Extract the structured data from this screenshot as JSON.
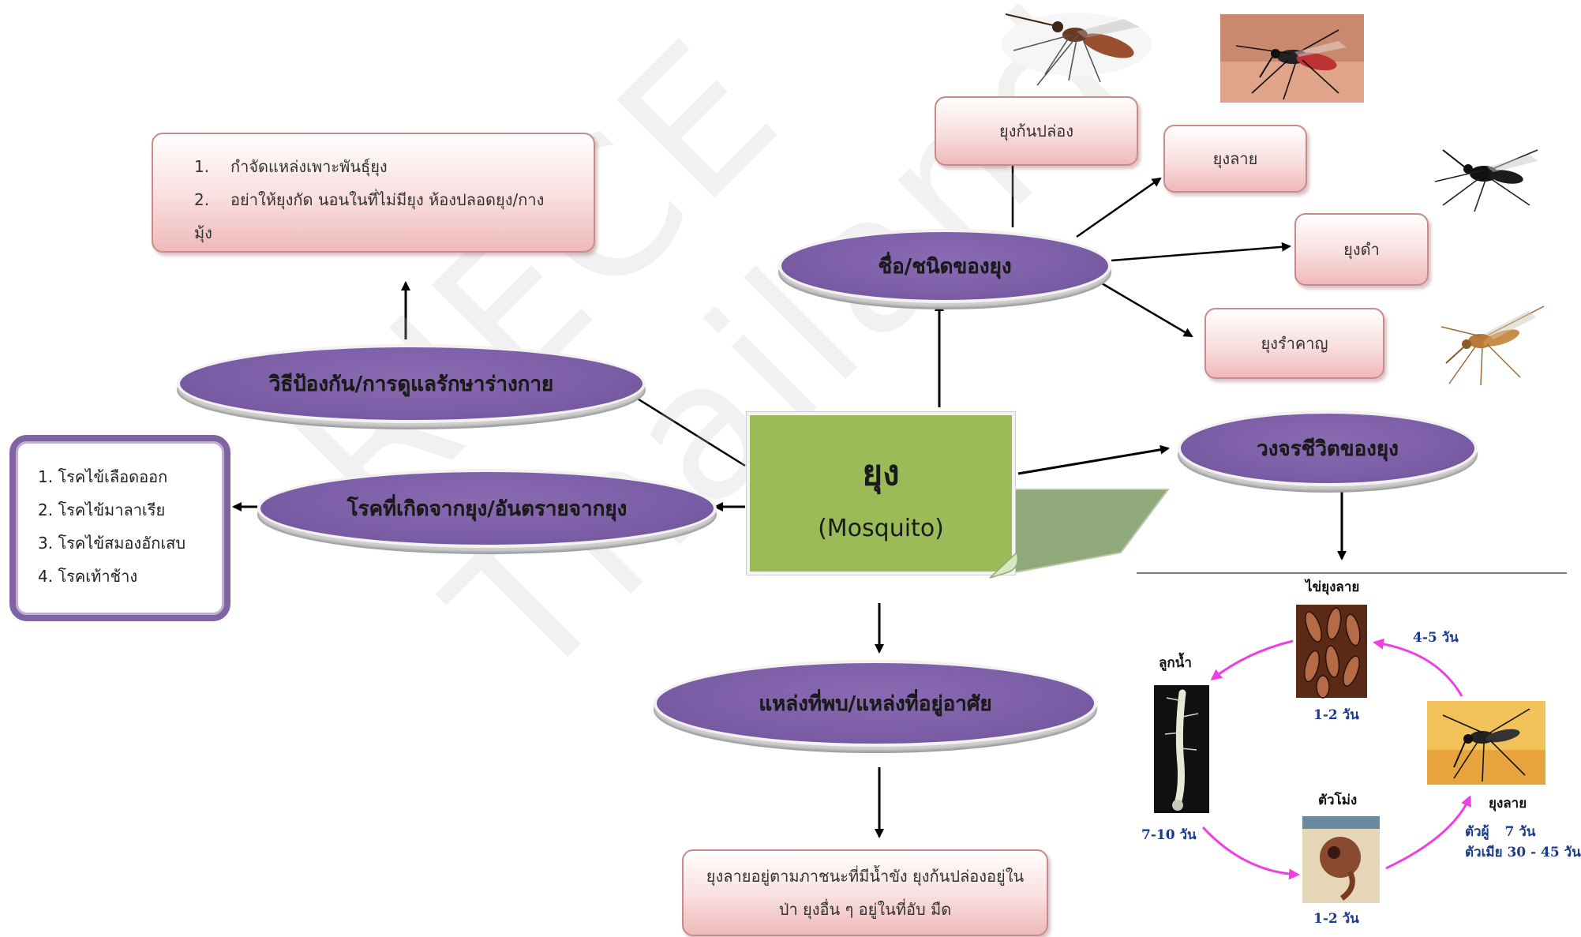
{
  "center": {
    "title": "ยุง",
    "subtitle": "(Mosquito)"
  },
  "nodes": {
    "prevention": "วิธีป้องกัน/การดูแลรักษาร่างกาย",
    "diseases": "โรคที่เกิดจากยุง/อันตรายจากยุง",
    "types": "ชื่อ/ชนิดของยุง",
    "lifecycle": "วงจรชีวิตของยุง",
    "habitat": "แหล่งที่พบ/แหล่งที่อยู่อาศัย"
  },
  "prevention_items": [
    {
      "num": "1.",
      "text": "กำจัดแหล่งเพาะพันธุ์ยุง"
    },
    {
      "num": "2.",
      "text": "อย่าให้ยุงกัด นอนในที่ไม่มียุง ห้องปลอดยุง/กางมุ้ง"
    }
  ],
  "disease_items": [
    "1. โรคไข้เลือดออก",
    "2. โรคไข้มาลาเรีย",
    "3. โรคไข้สมองอักเสบ",
    "4. โรคเท้าช้าง"
  ],
  "mosquito_types": {
    "anopheles": "ยุงก้นปล่อง",
    "aedes": "ยุงลาย",
    "black": "ยุงดำ",
    "culex": "ยุงรำคาญ"
  },
  "habitat_text": {
    "line1": "ยุงลายอยู่ตามภาชนะที่มีน้ำขัง ยุงก้นปล่องอยู่ใน",
    "line2": "ป่า ยุงอื่น ๆ  อยู่ในที่อับ มืด"
  },
  "lifecycle_diagram": {
    "egg_label": "ไข่ยุงลาย",
    "egg_days": "1-2 วัน",
    "larva_label": "ลูกน้ำ",
    "larva_days": "7-10 วัน",
    "pupa_label": "ตัวโม่ง",
    "pupa_days": "1-2 วัน",
    "adult_label": "ยุงลาย",
    "adult_to_egg": "4-5 วัน",
    "male_label": "ตัวผู้",
    "male_days": "7 วัน",
    "female_label": "ตัวเมีย 30 - 45 วัน"
  },
  "watermark": "RIECE Thailand",
  "colors": {
    "node_fill": "#8064a2",
    "center_fill": "#9bbb59",
    "cycle_arrow": "#ee3fe0"
  }
}
